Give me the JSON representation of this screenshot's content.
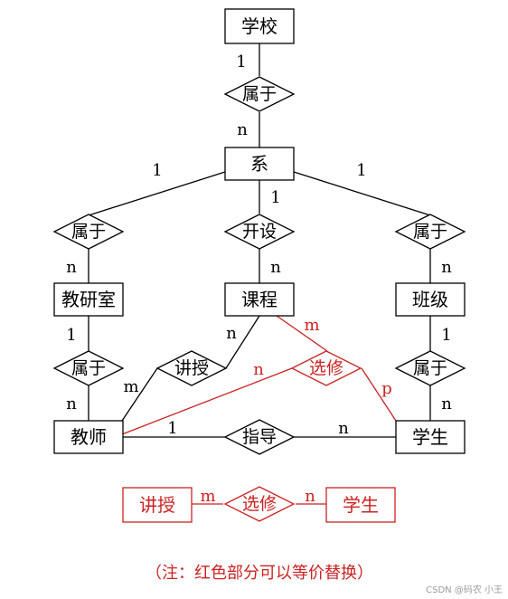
{
  "entities": {
    "school": "学校",
    "department": "系",
    "teaching_office": "教研室",
    "course": "课程",
    "class": "班级",
    "teacher": "教师",
    "student": "学生",
    "alt_lecture": "讲授",
    "alt_student": "学生"
  },
  "relationships": {
    "belongs_school": "属于",
    "belongs_office": "属于",
    "offers": "开设",
    "belongs_class": "属于",
    "office_teacher": "属于",
    "lecture": "讲授",
    "elective": "选修",
    "class_student": "属于",
    "advise": "指导",
    "alt_elective": "选修"
  },
  "cardinalities": {
    "school_1": "1",
    "dept_n": "n",
    "dept_office_1": "1",
    "office_n": "n",
    "dept_course_1": "1",
    "course_n": "n",
    "dept_class_1": "1",
    "class_n": "n",
    "office_1": "1",
    "teacher_n": "n",
    "teacher_m": "m",
    "course_lecture_n": "n",
    "course_elective_m": "m",
    "teacher_elective_n": "n",
    "student_elective_p": "p",
    "class_1": "1",
    "student_n": "n",
    "teacher_advise_1": "1",
    "student_advise_n": "n",
    "alt_m": "m",
    "alt_n": "n"
  },
  "note": "（注：红色部分可以等价替换）",
  "watermark": "CSDN @码农 小王",
  "colors": {
    "black": "#000000",
    "red": "#cc2222"
  }
}
